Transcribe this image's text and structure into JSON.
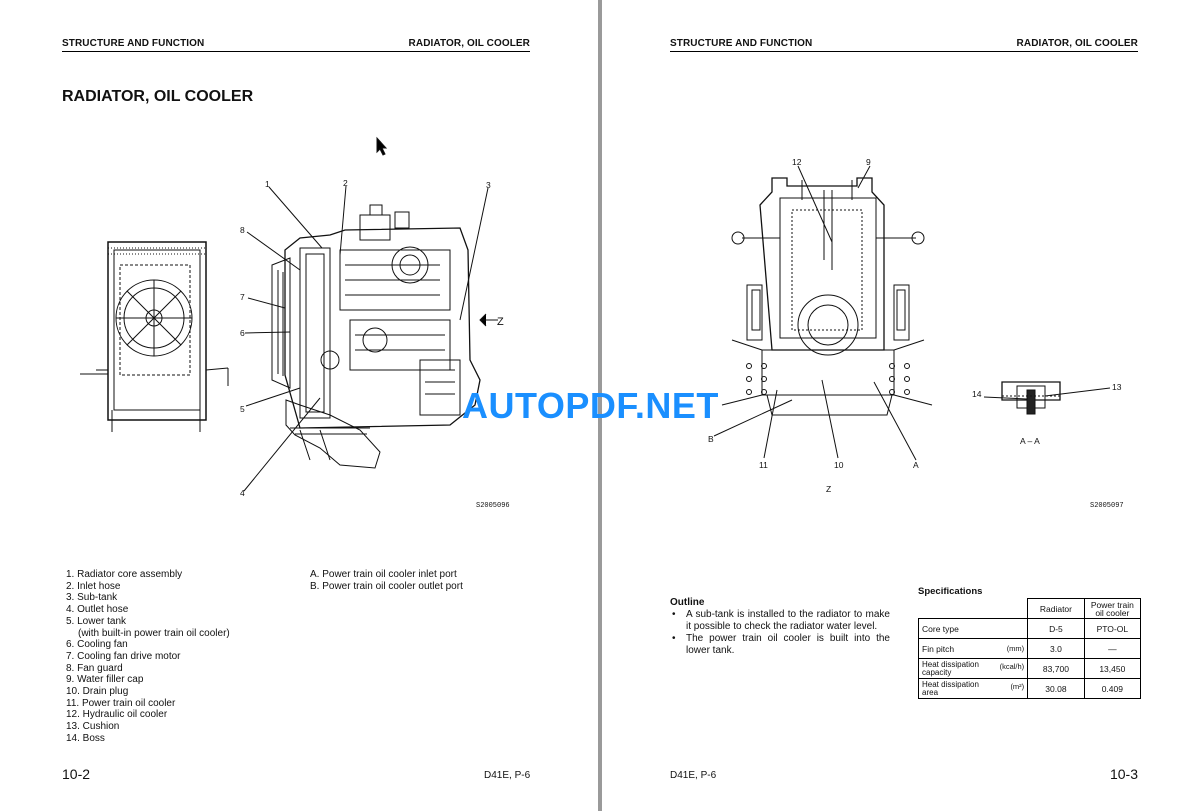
{
  "left_page": {
    "header_left": "STRUCTURE AND FUNCTION",
    "header_right": "RADIATOR, OIL COOLER",
    "title": "RADIATOR, OIL COOLER",
    "figure": {
      "callouts": [
        "1",
        "2",
        "3",
        "8",
        "7",
        "6",
        "5",
        "4"
      ],
      "z_label": "Z",
      "figure_id": "S2005096"
    },
    "parts": [
      "1. Radiator core assembly",
      "2. Inlet hose",
      "3. Sub-tank",
      "4. Outlet hose",
      "5. Lower tank",
      "    (with built-in power train oil cooler)",
      "6. Cooling fan",
      "7. Cooling fan drive motor",
      "8. Fan guard",
      "9. Water filler cap",
      "10. Drain plug",
      "11. Power train oil cooler",
      "12. Hydraulic oil cooler",
      "13. Cushion",
      "14. Boss"
    ],
    "ports": [
      "A.  Power train oil cooler inlet port",
      "B.  Power train oil cooler outlet port"
    ],
    "page_number": "10-2",
    "model_code": "D41E, P-6"
  },
  "right_page": {
    "header_left": "STRUCTURE AND FUNCTION",
    "header_right": "RADIATOR, OIL COOLER",
    "figure": {
      "callouts": [
        "12",
        "9",
        "B",
        "11",
        "10",
        "A",
        "14",
        "13"
      ],
      "section_label": "A – A",
      "z_label": "Z",
      "figure_id": "S2005097"
    },
    "outline_title": "Outline",
    "outline": [
      "A sub-tank is installed to the radiator to make it possible to check the radiator water level.",
      "The power train oil cooler is built into the lower tank."
    ],
    "spec_title": "Specifications",
    "spec_table": {
      "headers": [
        "Radiator",
        "Power train oil cooler"
      ],
      "rows": [
        {
          "label": "Core type",
          "unit": "",
          "radiator": "D-5",
          "oil_cooler": "PTO-OL"
        },
        {
          "label": "Fin pitch",
          "unit": "(mm)",
          "radiator": "3.0",
          "oil_cooler": "—"
        },
        {
          "label": "Heat dissipation capacity",
          "unit": "(kcal/h)",
          "radiator": "83,700",
          "oil_cooler": "13,450"
        },
        {
          "label": "Heat dissipation area",
          "unit": "(m²)",
          "radiator": "30.08",
          "oil_cooler": "0.409"
        }
      ]
    },
    "page_number": "10-3",
    "model_code": "D41E, P-6"
  },
  "watermark": "AUTOPDF.NET",
  "colors": {
    "watermark": "#1a8fff",
    "viewer_background": "#9a9a9a"
  }
}
